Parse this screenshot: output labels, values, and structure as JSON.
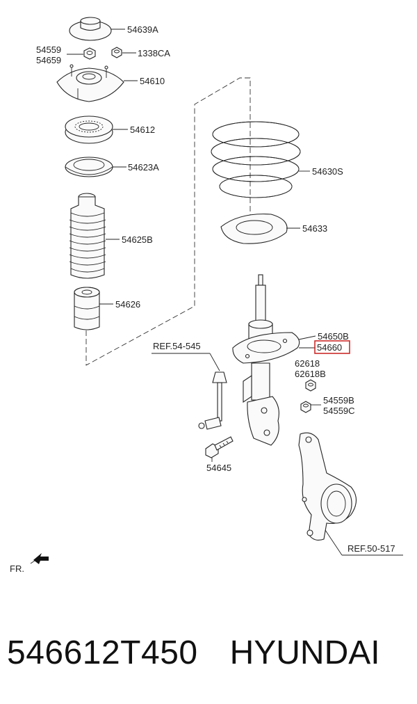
{
  "labels": {
    "p54639A": "54639A",
    "p54559": "54559",
    "p54659": "54659",
    "p1338CA": "1338CA",
    "p54610": "54610",
    "p54612": "54612",
    "p54623A": "54623A",
    "p54625B": "54625B",
    "p54626": "54626",
    "p54630S": "54630S",
    "p54633": "54633",
    "p54650B": "54650B",
    "p54660": "54660",
    "p62618": "62618",
    "p62618B": "62618B",
    "p54559B": "54559B",
    "p54559C": "54559C",
    "p54645": "54645",
    "ref54545": "REF.54-545",
    "ref50517": "REF.50-517",
    "fr": "FR."
  },
  "footer": {
    "part_number": "546612T450",
    "brand": "HYUNDAI"
  },
  "colors": {
    "highlight": "#cc2b2b",
    "line": "#222222"
  }
}
